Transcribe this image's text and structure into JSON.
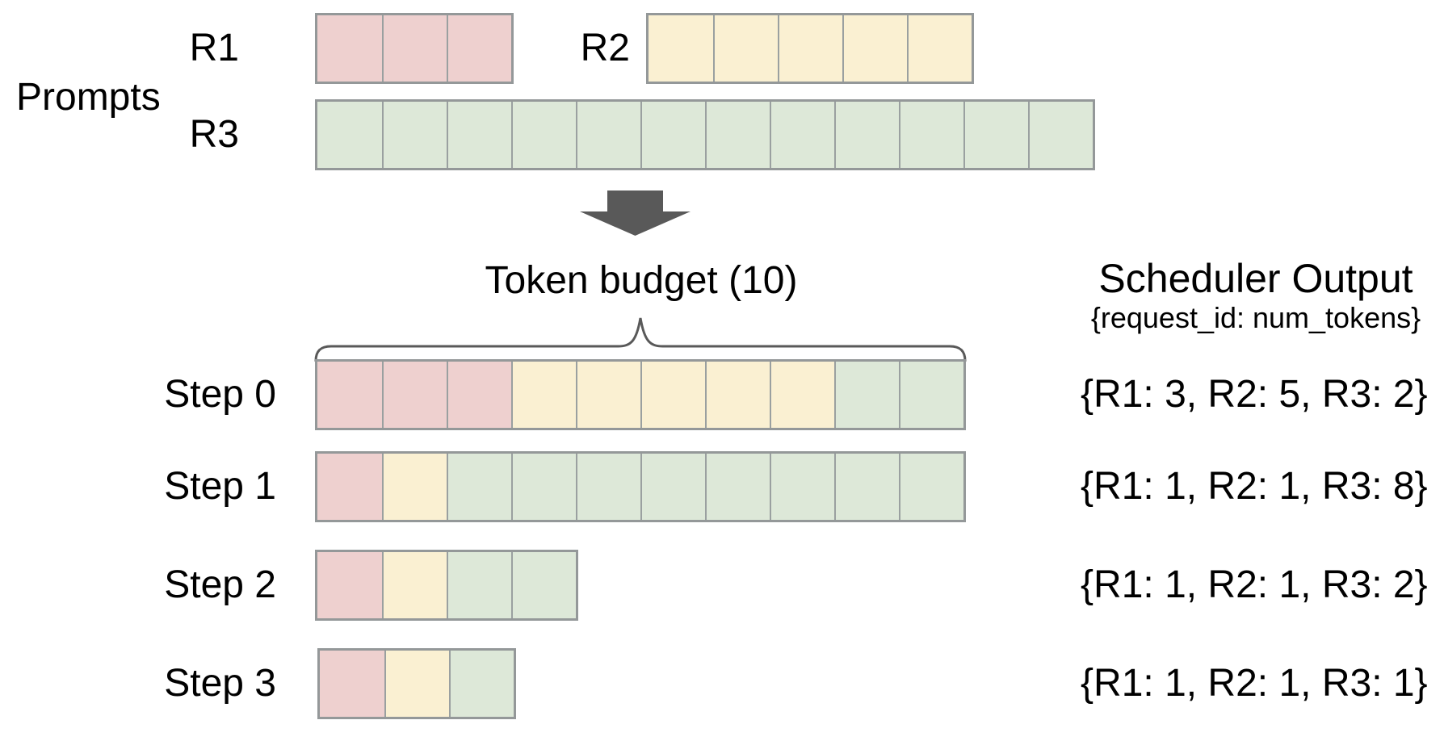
{
  "labels": {
    "prompts": "Prompts",
    "token_budget": "Token budget (10)",
    "scheduler_title": "Scheduler Output",
    "scheduler_subtitle": "{request_id: num_tokens}"
  },
  "token_budget": 10,
  "colors": {
    "r1_fill": "#eed0cf",
    "r2_fill": "#faf0d2",
    "r3_fill": "#dde8d8",
    "cell_border": "#9aa0a0",
    "arrow": "#595959",
    "brace": "#595959",
    "text": "#000000"
  },
  "prompts": [
    {
      "id": "R1",
      "label": "R1",
      "color": "#eed0cf",
      "num_tokens": 3
    },
    {
      "id": "R2",
      "label": "R2",
      "color": "#faf0d2",
      "num_tokens": 5
    },
    {
      "id": "R3",
      "label": "R3",
      "color": "#dde8d8",
      "num_tokens": 12
    }
  ],
  "steps": [
    {
      "label": "Step 0",
      "segments": [
        {
          "id": "R1",
          "tokens": 3
        },
        {
          "id": "R2",
          "tokens": 5
        },
        {
          "id": "R3",
          "tokens": 2
        }
      ],
      "output": "{R1: 3, R2: 5, R3: 2}"
    },
    {
      "label": "Step 1",
      "segments": [
        {
          "id": "R1",
          "tokens": 1
        },
        {
          "id": "R2",
          "tokens": 1
        },
        {
          "id": "R3",
          "tokens": 8
        }
      ],
      "output": "{R1: 1, R2: 1, R3: 8}"
    },
    {
      "label": "Step 2",
      "segments": [
        {
          "id": "R1",
          "tokens": 1
        },
        {
          "id": "R2",
          "tokens": 1
        },
        {
          "id": "R3",
          "tokens": 2
        }
      ],
      "output": "{R1: 1, R2: 1, R3: 2}"
    },
    {
      "label": "Step 3",
      "segments": [
        {
          "id": "R1",
          "tokens": 1
        },
        {
          "id": "R2",
          "tokens": 1
        },
        {
          "id": "R3",
          "tokens": 1
        }
      ],
      "output": "{R1: 1, R2: 1, R3: 1}"
    }
  ]
}
